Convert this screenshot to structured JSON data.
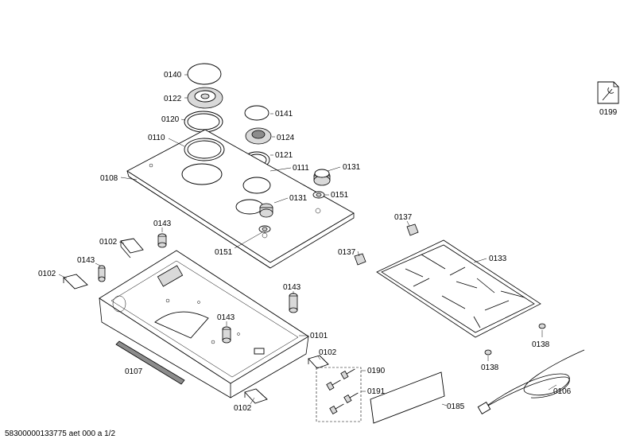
{
  "footer": "58300000133775 aet 000 a 1/2",
  "labels": {
    "p0140": "0140",
    "p0122": "0122",
    "p0120": "0120",
    "p0110": "0110",
    "p0108": "0108",
    "p0141": "0141",
    "p0124": "0124",
    "p0121": "0121",
    "p0111": "0111",
    "p0131a": "0131",
    "p0131b": "0131",
    "p0151a": "0151",
    "p0151b": "0151",
    "p0143a": "0143",
    "p0143b": "0143",
    "p0143c": "0143",
    "p0143d": "0143",
    "p0102a": "0102",
    "p0102b": "0102",
    "p0102c": "0102",
    "p0102d": "0102",
    "p0101": "0101",
    "p0107": "0107",
    "p0190": "0190",
    "p0191": "0191",
    "p0185": "0185",
    "p0137a": "0137",
    "p0137b": "0137",
    "p0133": "0133",
    "p0138a": "0138",
    "p0138b": "0138",
    "p0106": "0106",
    "p0199": "0199"
  },
  "icons": {
    "service": "wrench-manual-icon"
  }
}
